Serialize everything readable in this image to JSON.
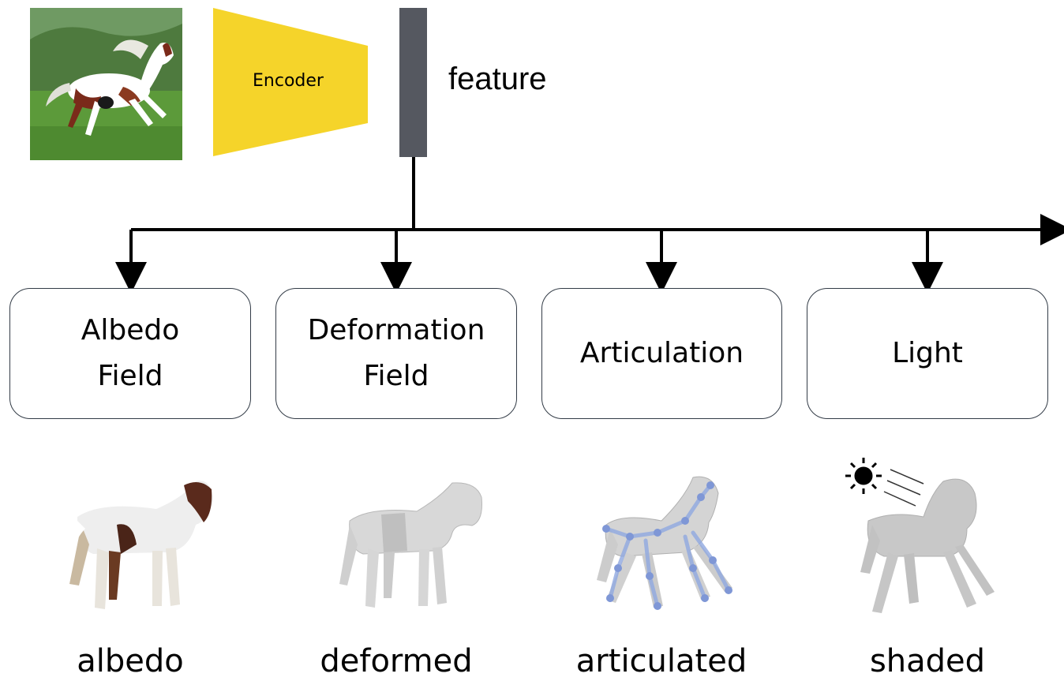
{
  "encoder": {
    "label": "Encoder",
    "color": "#f5d42a"
  },
  "feature": {
    "label": "feature",
    "color": "#555860"
  },
  "modules": [
    {
      "label": "Albedo\nField"
    },
    {
      "label": "Deformation\nField"
    },
    {
      "label": "Articulation"
    },
    {
      "label": "Light"
    }
  ],
  "outputs": [
    {
      "label": "albedo",
      "icon": "horse-albedo-render-icon"
    },
    {
      "label": "deformed",
      "icon": "horse-deformed-render-icon"
    },
    {
      "label": "articulated",
      "icon": "horse-articulated-render-icon"
    },
    {
      "label": "shaded",
      "icon": "horse-shaded-render-icon"
    }
  ],
  "input_image": {
    "icon": "horse-photo-icon"
  },
  "light_source": {
    "icon": "sun-icon"
  }
}
